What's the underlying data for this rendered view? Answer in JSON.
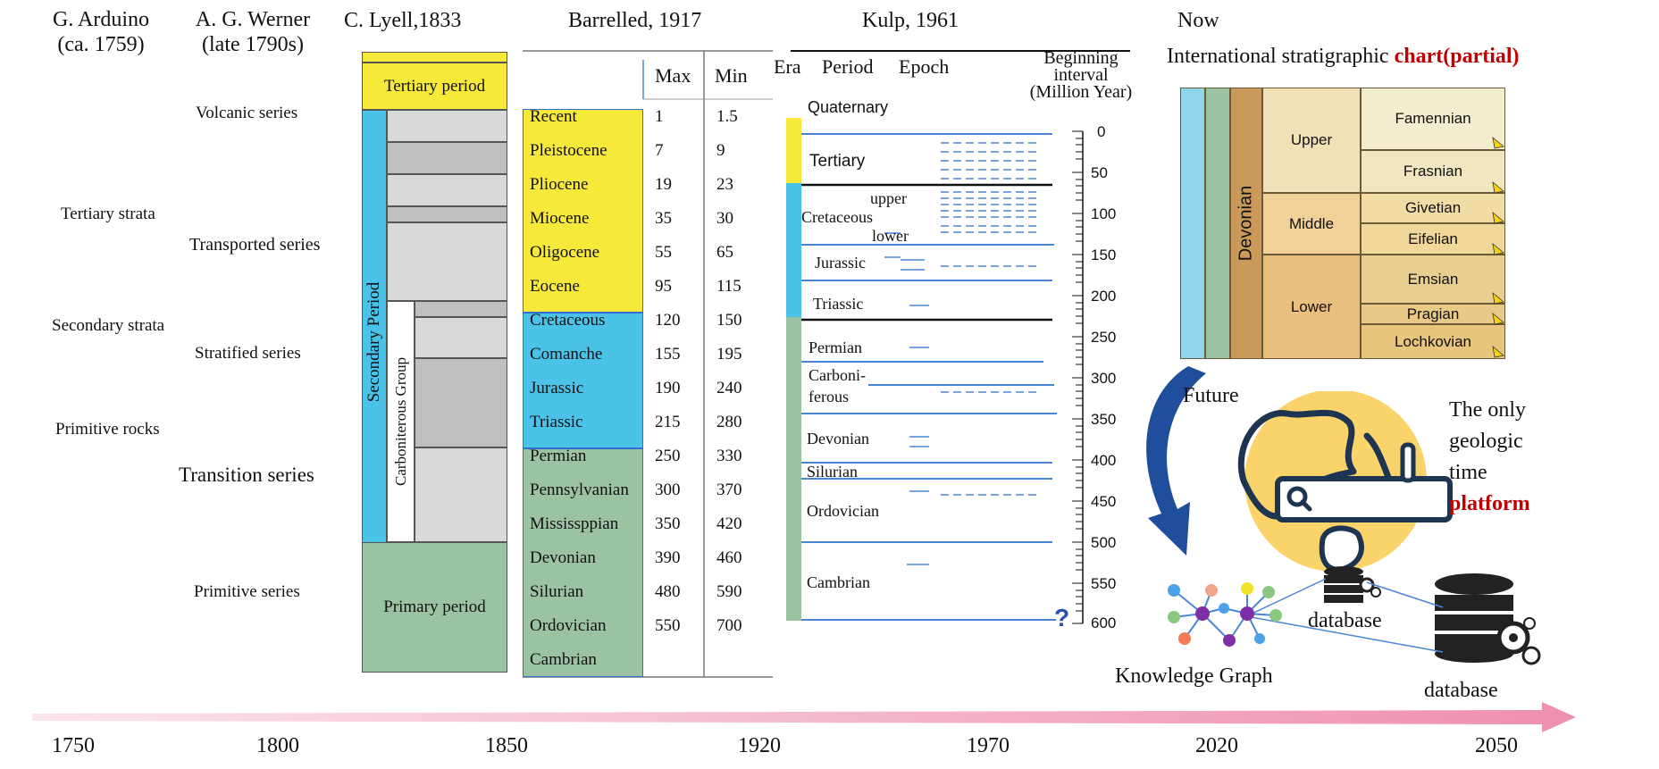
{
  "headers": {
    "arduino": [
      "G. Arduino",
      "(ca. 1759)"
    ],
    "werner": [
      "A. G. Werner",
      "(late 1790s)"
    ],
    "lyell": "C. Lyell,1833",
    "barrelled": "Barrelled, 1917",
    "kulp": "Kulp, 1961",
    "now": "Now",
    "ics": {
      "prefix": "International stratigraphic ",
      "highlight": "chart(partial)"
    }
  },
  "arduino_units": [
    "Tertiary strata",
    "Secondary strata",
    "Primitive rocks"
  ],
  "werner_units": [
    "Volcanic series",
    "Transported series",
    "Stratified series",
    "Transition series",
    "Primitive series"
  ],
  "lyell": {
    "tertiary": "Tertiary period",
    "secondary": "Secondary Period",
    "carboniferous": "Carboniterous Group",
    "primary": "Primary period"
  },
  "barrelled": {
    "col_max": "Max",
    "col_min": "Min",
    "rows": [
      {
        "name": "Recent",
        "max": "1",
        "min": "1.5"
      },
      {
        "name": "Pleistocene",
        "max": "7",
        "min": "9"
      },
      {
        "name": "Pliocene",
        "max": "19",
        "min": "23"
      },
      {
        "name": "Miocene",
        "max": "35",
        "min": "30"
      },
      {
        "name": "Oligocene",
        "max": "55",
        "min": "65"
      },
      {
        "name": "Eocene",
        "max": "95",
        "min": "115"
      },
      {
        "name": "Cretaceous",
        "max": "120",
        "min": "150"
      },
      {
        "name": "Comanche",
        "max": "155",
        "min": "195"
      },
      {
        "name": "Jurassic",
        "max": "190",
        "min": "240"
      },
      {
        "name": "Triassic",
        "max": "215",
        "min": "280"
      },
      {
        "name": "Permian",
        "max": "250",
        "min": "330"
      },
      {
        "name": "Pennsylvanian",
        "max": "300",
        "min": "370"
      },
      {
        "name": "Mississppian",
        "max": "350",
        "min": "420"
      },
      {
        "name": "Devonian",
        "max": "390",
        "min": "460"
      },
      {
        "name": "Silurian",
        "max": "480",
        "min": "590"
      },
      {
        "name": "Ordovician",
        "max": "550",
        "min": "700"
      },
      {
        "name": "Cambrian",
        "max": "",
        "min": ""
      }
    ]
  },
  "kulp": {
    "col_era": "Era",
    "col_period": "Period",
    "col_epoch": "Epoch",
    "col_begin": [
      "Beginning",
      "interval",
      "(Million Year)"
    ],
    "periods": {
      "quaternary": "Quaternary",
      "tertiary": "Tertiary",
      "cretaceous": "Cretaceous",
      "upper": "upper",
      "lower": "lower",
      "jurassic": "Jurassic",
      "triassic": "Triassic",
      "permian": "Permian",
      "carboni1": "Carboni-",
      "carboni2": "ferous",
      "devonian": "Devonian",
      "silurian": "Silurian",
      "ordovician": "Ordovician",
      "cambrian": "Cambrian"
    },
    "axis": [
      "0",
      "50",
      "100",
      "150",
      "200",
      "250",
      "300",
      "350",
      "400",
      "450",
      "500",
      "550",
      "600"
    ],
    "question": "?"
  },
  "ics_chart": {
    "period": "Devonian",
    "epochs": [
      "Upper",
      "Middle",
      "Lower"
    ],
    "stages": [
      "Famennian",
      "Frasnian",
      "Givetian",
      "Eifelian",
      "Emsian",
      "Pragian",
      "Lochkovian"
    ]
  },
  "future": {
    "label": "Future",
    "platform": [
      "The only",
      "geologic",
      "time"
    ],
    "platform_highlight": "platform",
    "database1": "database",
    "database2": "database",
    "knowledge_graph": "Knowledge Graph"
  },
  "timeline": [
    "1750",
    "1800",
    "1850",
    "1920",
    "1970",
    "2020",
    "2050"
  ],
  "colors": {
    "yellow": "#f6e93a",
    "cyan": "#4bc3e8",
    "green": "#9cc2a4",
    "grey": "#d9d9d9",
    "dark_grey": "#bfbfbf",
    "blue_line": "#4a86d8",
    "red": "#c00000",
    "orange_globe": "#fbd36b"
  }
}
